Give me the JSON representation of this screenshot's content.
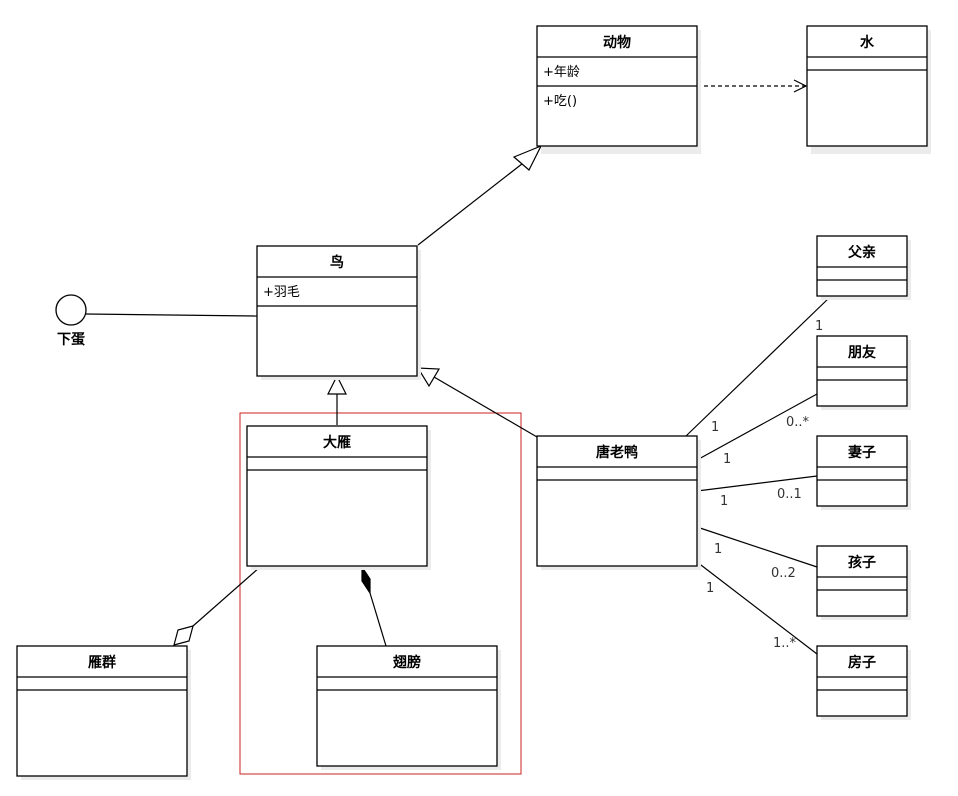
{
  "classes": {
    "dongwu": {
      "name": "动物",
      "attr": "+年龄",
      "method": "+吃()"
    },
    "shui": {
      "name": "水"
    },
    "niao": {
      "name": "鸟",
      "attr": "+羽毛"
    },
    "dayan": {
      "name": "大雁"
    },
    "yanqun": {
      "name": "雁群"
    },
    "chibang": {
      "name": "翅膀"
    },
    "tanglaoya": {
      "name": "唐老鸭"
    },
    "fuqin": {
      "name": "父亲"
    },
    "pengyou": {
      "name": "朋友"
    },
    "qizi": {
      "name": "妻子"
    },
    "haizi": {
      "name": "孩子"
    },
    "fangzi": {
      "name": "房子"
    }
  },
  "interface": {
    "name": "下蛋"
  },
  "multiplicities": {
    "fuqin_far": "1",
    "fuqin_near": "1",
    "pengyou_near": "1",
    "pengyou_far": "0..*",
    "qizi_near": "1",
    "qizi_far": "0..1",
    "haizi_near": "1",
    "haizi_far": "0..2",
    "fangzi_near": "1",
    "fangzi_far": "1..*"
  },
  "colors": {
    "highlight_frame": "#cc2222",
    "line": "#000000"
  }
}
